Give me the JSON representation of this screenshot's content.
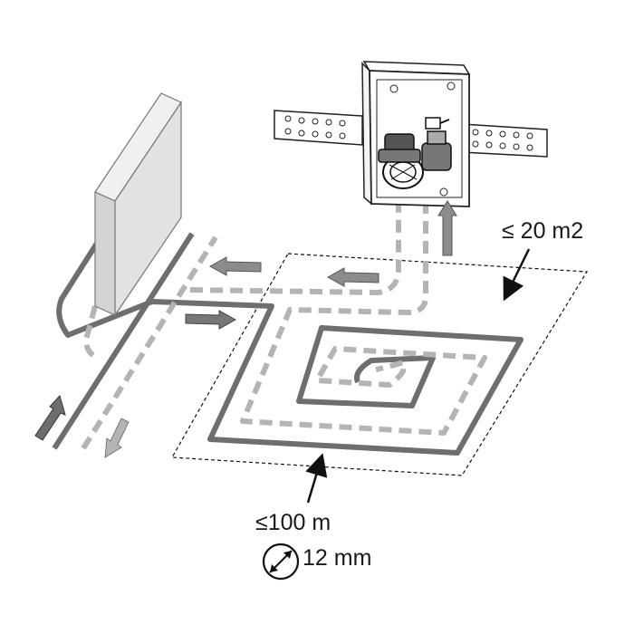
{
  "labels": {
    "area": "≤ 20 m2",
    "pipe_length": "≤100 m",
    "pipe_diameter": "12 mm"
  },
  "icons": {
    "diameter": "diameter-symbol-icon",
    "radiator": "radiator-icon",
    "control_box": "flush-mount-control-box-icon"
  },
  "colors": {
    "supply_pipe": "#6e6e6e",
    "return_pipe": "#b4b4b4",
    "radiator_face": "#e2e2e2",
    "arrow_fill": "#8c8c8c",
    "outline": "#222222"
  }
}
